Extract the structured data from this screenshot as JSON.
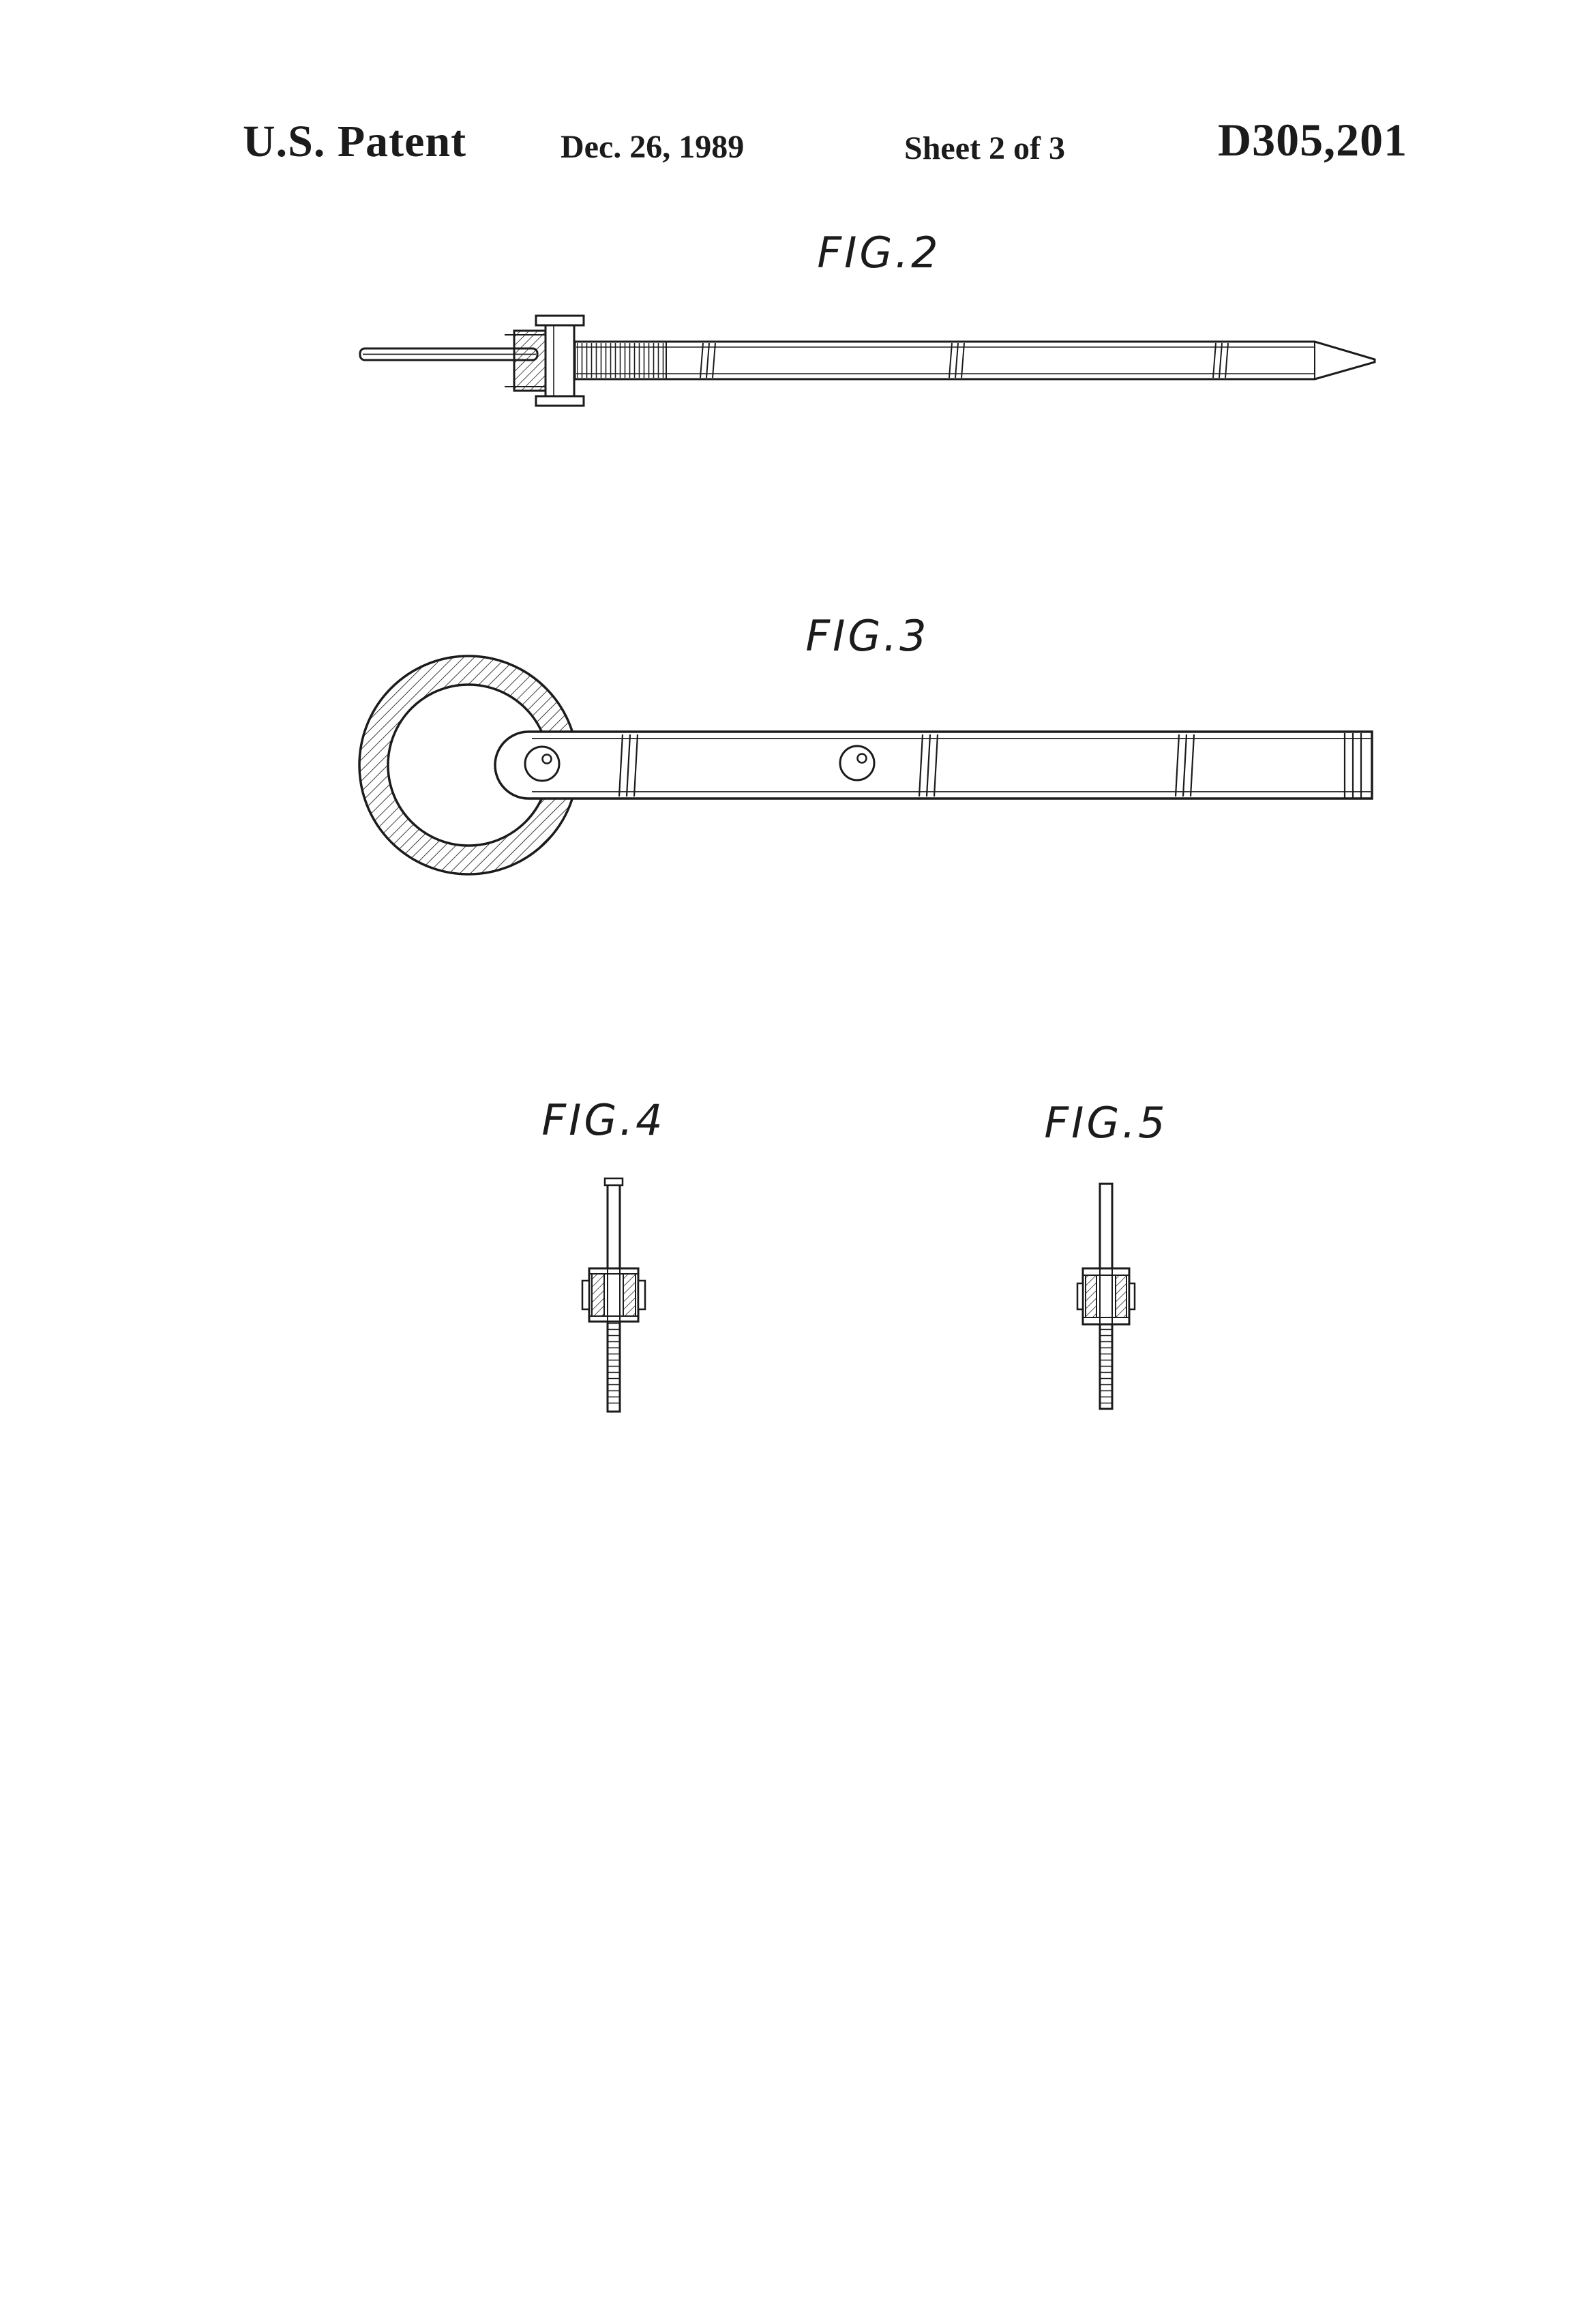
{
  "page": {
    "background": "#ffffff",
    "ink": "#1b1b1b"
  },
  "header": {
    "title": "U.S. Patent",
    "date": "Dec. 26, 1989",
    "sheet": "Sheet 2 of 3",
    "patent_number": "D305,201"
  },
  "figures": [
    {
      "label": "FIG.2"
    },
    {
      "label": "FIG.3"
    },
    {
      "label": "FIG.4"
    },
    {
      "label": "FIG.5"
    }
  ]
}
